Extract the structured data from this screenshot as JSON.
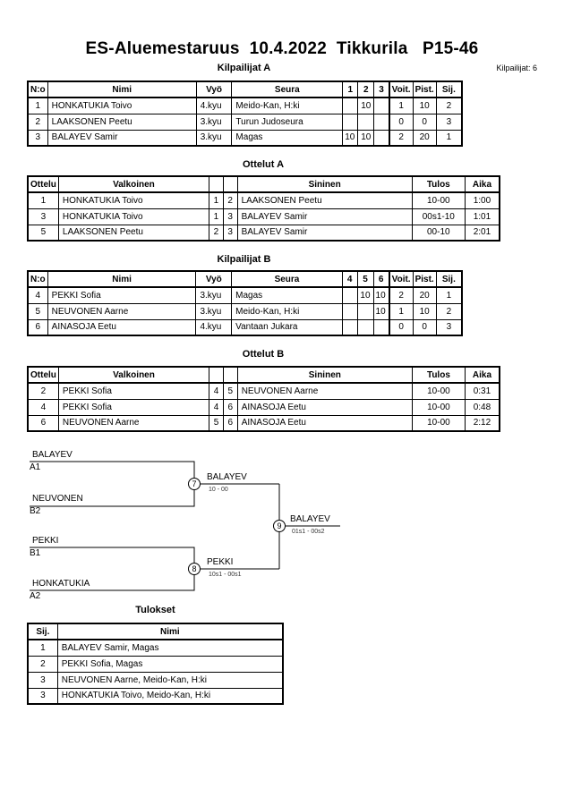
{
  "header": {
    "title": "ES-Aluemestaruus  10.4.2022  Tikkurila   P15-46",
    "participant_count": "Kilpailijat: 6"
  },
  "pool_a": {
    "title": "Kilpailijat A",
    "columns": [
      "N:o",
      "Nimi",
      "Vyö",
      "Seura",
      "1",
      "2",
      "3",
      "Voit.",
      "Pist.",
      "Sij."
    ],
    "rows": [
      [
        "1",
        "HONKATUKIA Toivo",
        "4.kyu",
        "Meido-Kan, H:ki",
        "",
        "10",
        "",
        "1",
        "10",
        "2"
      ],
      [
        "2",
        "LAAKSONEN Peetu",
        "3.kyu",
        "Turun Judoseura",
        "",
        "",
        "",
        "0",
        "0",
        "3"
      ],
      [
        "3",
        "BALAYEV Samir",
        "3.kyu",
        "Magas",
        "10",
        "10",
        "",
        "2",
        "20",
        "1"
      ]
    ]
  },
  "matches_a": {
    "title": "Ottelut A",
    "columns": [
      "Ottelu",
      "Valkoinen",
      "",
      "",
      "Sininen",
      "Tulos",
      "Aika"
    ],
    "rows": [
      [
        "1",
        "HONKATUKIA Toivo",
        "1",
        "2",
        "LAAKSONEN Peetu",
        "10-00",
        "1:00"
      ],
      [
        "3",
        "HONKATUKIA Toivo",
        "1",
        "3",
        "BALAYEV Samir",
        "00s1-10",
        "1:01"
      ],
      [
        "5",
        "LAAKSONEN Peetu",
        "2",
        "3",
        "BALAYEV Samir",
        "00-10",
        "2:01"
      ]
    ]
  },
  "pool_b": {
    "title": "Kilpailijat B",
    "columns": [
      "N:o",
      "Nimi",
      "Vyö",
      "Seura",
      "4",
      "5",
      "6",
      "Voit.",
      "Pist.",
      "Sij."
    ],
    "rows": [
      [
        "4",
        "PEKKI Sofia",
        "3.kyu",
        "Magas",
        "",
        "10",
        "10",
        "2",
        "20",
        "1"
      ],
      [
        "5",
        "NEUVONEN Aarne",
        "3.kyu",
        "Meido-Kan, H:ki",
        "",
        "",
        "10",
        "1",
        "10",
        "2"
      ],
      [
        "6",
        "AINASOJA Eetu",
        "4.kyu",
        "Vantaan Jukara",
        "",
        "",
        "",
        "0",
        "0",
        "3"
      ]
    ]
  },
  "matches_b": {
    "title": "Ottelut B",
    "columns": [
      "Ottelu",
      "Valkoinen",
      "",
      "",
      "Sininen",
      "Tulos",
      "Aika"
    ],
    "rows": [
      [
        "2",
        "PEKKI Sofia",
        "4",
        "5",
        "NEUVONEN Aarne",
        "10-00",
        "0:31"
      ],
      [
        "4",
        "PEKKI Sofia",
        "4",
        "6",
        "AINASOJA Eetu",
        "10-00",
        "0:48"
      ],
      [
        "6",
        "NEUVONEN Aarne",
        "5",
        "6",
        "AINASOJA Eetu",
        "10-00",
        "2:12"
      ]
    ]
  },
  "bracket": {
    "semi1": {
      "top_name": "BALAYEV",
      "top_slot": "A1",
      "bottom_name": "NEUVONEN",
      "bottom_slot": "B2",
      "match_no": "7",
      "winner": "BALAYEV",
      "score": "10 - 00"
    },
    "semi2": {
      "top_name": "PEKKI",
      "top_slot": "B1",
      "bottom_name": "HONKATUKIA",
      "bottom_slot": "A2",
      "match_no": "8",
      "winner": "PEKKI",
      "score": "10s1 - 00s1"
    },
    "final": {
      "match_no": "9",
      "winner": "BALAYEV",
      "score": "01s1 - 00s2"
    }
  },
  "results": {
    "title": "Tulokset",
    "columns": [
      "Sij.",
      "Nimi"
    ],
    "rows": [
      [
        "1",
        "BALAYEV Samir, Magas"
      ],
      [
        "2",
        "PEKKI Sofia, Magas"
      ],
      [
        "3",
        "NEUVONEN Aarne, Meido-Kan, H:ki"
      ],
      [
        "3",
        "HONKATUKIA Toivo, Meido-Kan, H:ki"
      ]
    ]
  }
}
